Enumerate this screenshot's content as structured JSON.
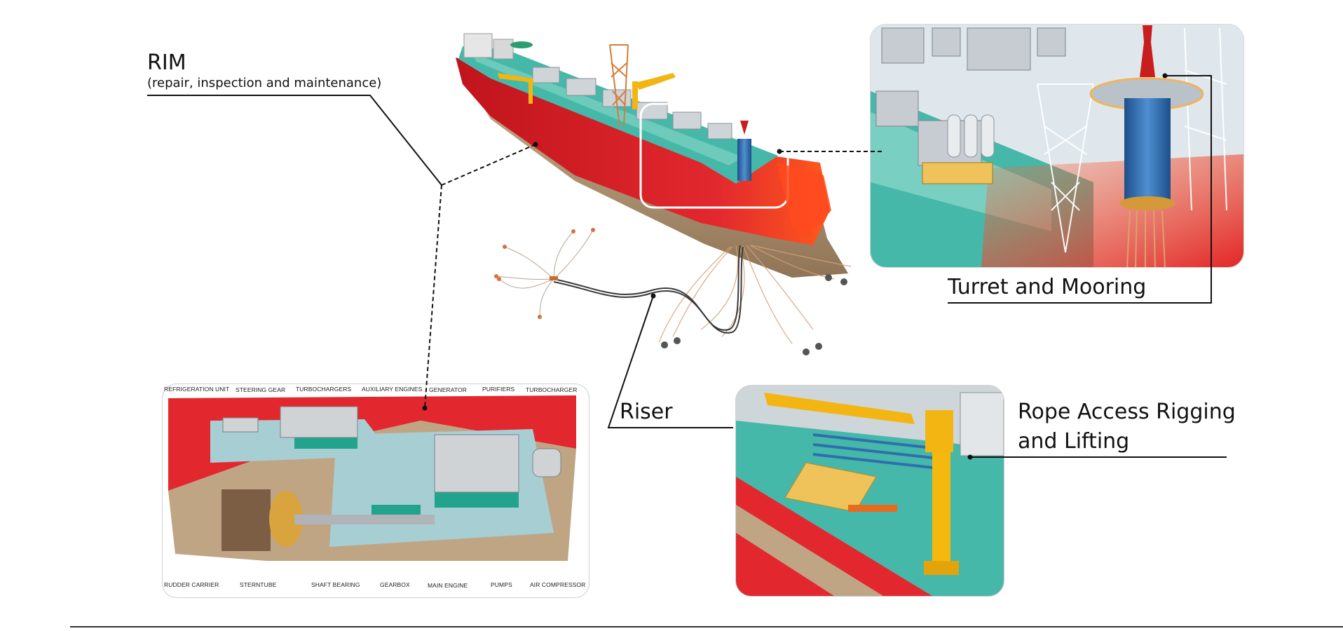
{
  "labels": {
    "rim_title": "RIM",
    "rim_subtitle": "(repair, inspection and maintenance)",
    "turret": "Turret and Mooring",
    "riser": "Riser",
    "rope_line1": "Rope Access Rigging",
    "rope_line2": "and Lifting"
  },
  "engine_room": {
    "top_labels": [
      "REFRIGERATION UNIT",
      "STEERING GEAR",
      "TURBOCHARGERS",
      "AUXILIARY ENGINES",
      "GENERATOR",
      "PURIFIERS",
      "TURBOCHARGER"
    ],
    "bottom_labels": [
      "RUDDER CARRIER",
      "STERNTUBE",
      "SHAFT BEARING",
      "GEARBOX",
      "MAIN ENGINE",
      "PUMPS",
      "AIR COMPRESSOR"
    ]
  },
  "colors": {
    "hull_red": "#e2282e",
    "hull_tan": "#b89a78",
    "deck_teal": "#3fb8a6",
    "turret_blue": "#2f6fb3",
    "crane_yellow": "#f2b512",
    "leader_line": "#111111"
  }
}
